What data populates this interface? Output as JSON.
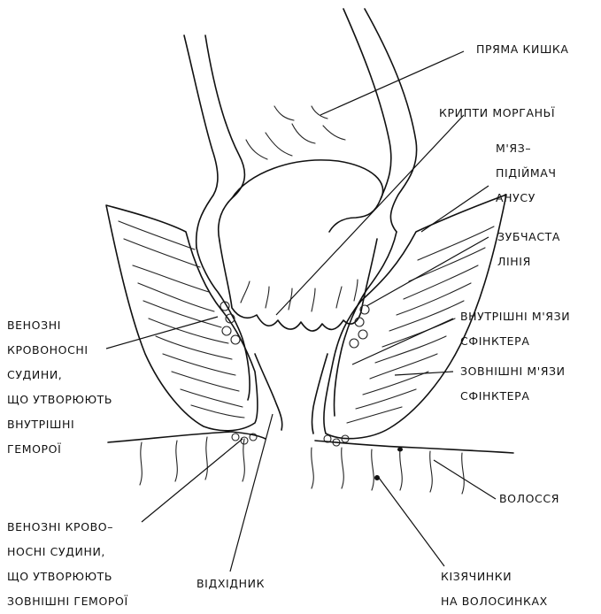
{
  "labels": {
    "rectum": [
      "ПРЯМА КИШКА"
    ],
    "crypts": [
      "КРИПТИ МОРГАНЬЇ"
    ],
    "levator": [
      "М'ЯЗ–",
      "ПІДІЙМАЧ",
      "АНУСУ"
    ],
    "dentate": [
      "ЗУБЧАСТА",
      "ЛІНІЯ"
    ],
    "internal_veins": [
      "ВЕНОЗНІ",
      "КРОВОНОСНІ",
      "СУДИНИ,",
      "ЩО УТВОРЮЮТЬ",
      "ВНУТРІШНІ",
      "ГЕМОРОЇ"
    ],
    "internal_sphincter": [
      "ВНУТРІШНІ М'ЯЗИ",
      "СФІНКТЕРА"
    ],
    "external_sphincter": [
      "ЗОВНІШНІ М'ЯЗИ",
      "СФІНКТЕРА"
    ],
    "hair": [
      "ВОЛОССЯ"
    ],
    "external_veins": [
      "ВЕНОЗНІ КРОВО–",
      "НОСНІ СУДИНИ,",
      "ЩО УТВОРЮЮТЬ",
      "ЗОВНІШНІ ГЕМОРОЇ"
    ],
    "anus": [
      "ВІДХІДНИК"
    ],
    "follicles": [
      "КІЗЯЧИНКИ",
      "НА ВОЛОСИНКАХ"
    ]
  }
}
